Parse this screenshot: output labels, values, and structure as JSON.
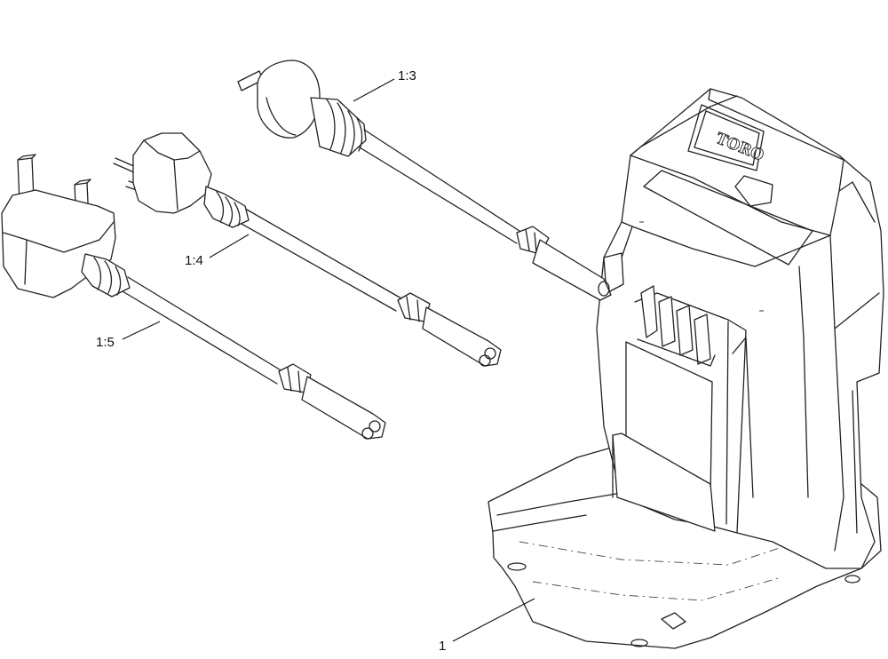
{
  "callouts": {
    "charger": "1",
    "cord_australia": "1:3",
    "cord_europe": "1:4",
    "cord_uk": "1:5"
  },
  "logo_text": "TORO"
}
